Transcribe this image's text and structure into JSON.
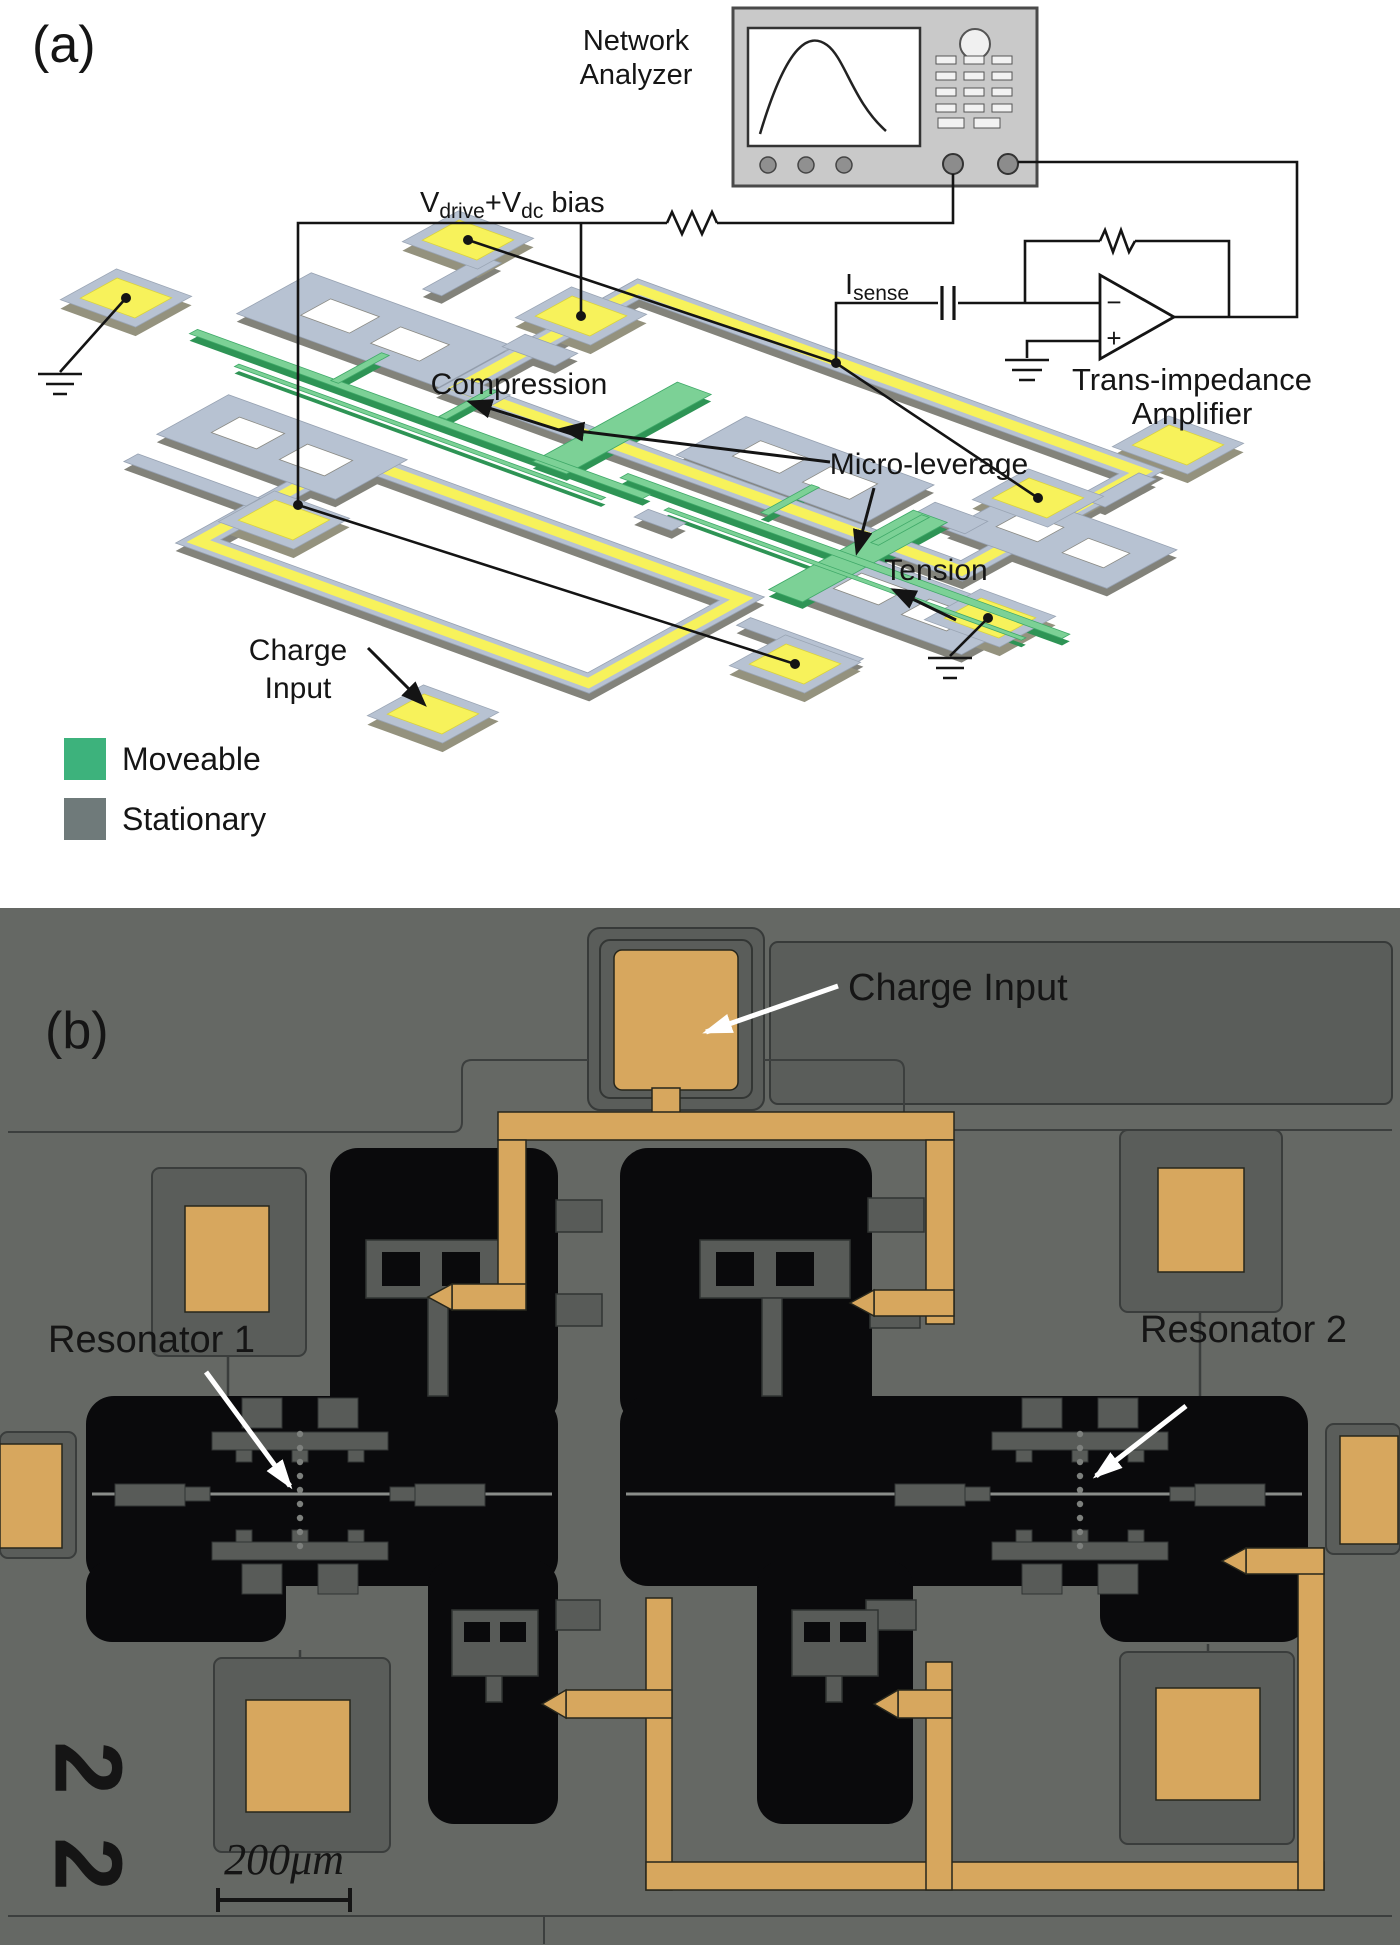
{
  "figure": {
    "panel_a_tag": "(a)",
    "panel_b_tag": "(b)"
  },
  "panel_a": {
    "instrument": {
      "name_line1": "Network",
      "name_line2": "Analyzer"
    },
    "bias_label": {
      "v1": "V",
      "sub1": "drive",
      "v2": "+V",
      "sub2": "dc",
      "tail": " bias"
    },
    "isense_label": {
      "i": "I",
      "sub": "sense"
    },
    "amplifier": {
      "label_line1": "Trans-impedance",
      "label_line2": "Amplifier",
      "minus": "−",
      "plus": "+"
    },
    "annotations": {
      "compression": "Compression",
      "micro_leverage": "Micro-leverage",
      "tension": "Tension",
      "charge_line1": "Charge",
      "charge_line2": "Input"
    },
    "legend": {
      "items": [
        {
          "label": "Moveable",
          "color": "#3db27c"
        },
        {
          "label": "Stationary",
          "color": "#6f7a7a"
        }
      ]
    }
  },
  "panel_b": {
    "labels": {
      "charge_input": "Charge Input",
      "resonator1": "Resonator 1",
      "resonator2": "Resonator 2"
    },
    "scale_bar": {
      "text": "200μm"
    },
    "die_mark": {
      "digits": [
        "2",
        "2"
      ]
    },
    "colors": {
      "gold": "#d7a75e",
      "substrate": "#656864",
      "etched": "#0a0a0c",
      "label": "#ffffff"
    }
  }
}
